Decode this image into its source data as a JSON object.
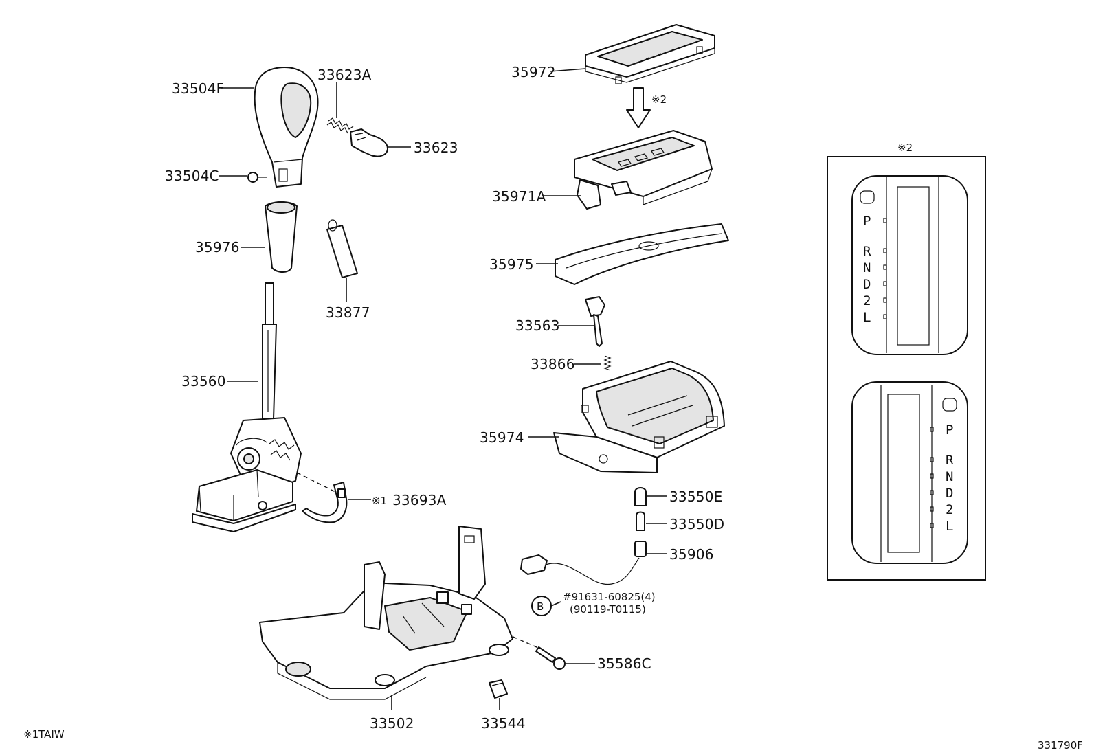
{
  "labels": {
    "p35972": "35972",
    "p33504F": "33504F",
    "p33623A": "33623A",
    "p33623": "33623",
    "p33504C": "33504C",
    "p35971A": "35971A",
    "p35976": "35976",
    "p35975": "35975",
    "p33877": "33877",
    "p33563": "33563",
    "p33866": "33866",
    "p33560": "33560",
    "p35974": "35974",
    "p33693A": "33693A",
    "p33550E": "33550E",
    "p33550D": "33550D",
    "p35906": "35906",
    "bolt_std": "#91631-60825(4)",
    "bolt_alt": "(90119-T0115)",
    "p35586C": "35586C",
    "p33502": "33502",
    "p33544": "33544"
  },
  "notes": {
    "ref1_mark": "※1",
    "ref2_mark": "※2",
    "bolt_circle": "B",
    "footnote": "※1TAIW",
    "diagram_code": "331790F"
  },
  "inset": {
    "title": "※2",
    "variant_a_gears": [
      "P",
      "R",
      "N",
      "D",
      "2",
      "L"
    ],
    "variant_b_gears": [
      "P",
      "R",
      "N",
      "D",
      "2",
      "L"
    ]
  }
}
